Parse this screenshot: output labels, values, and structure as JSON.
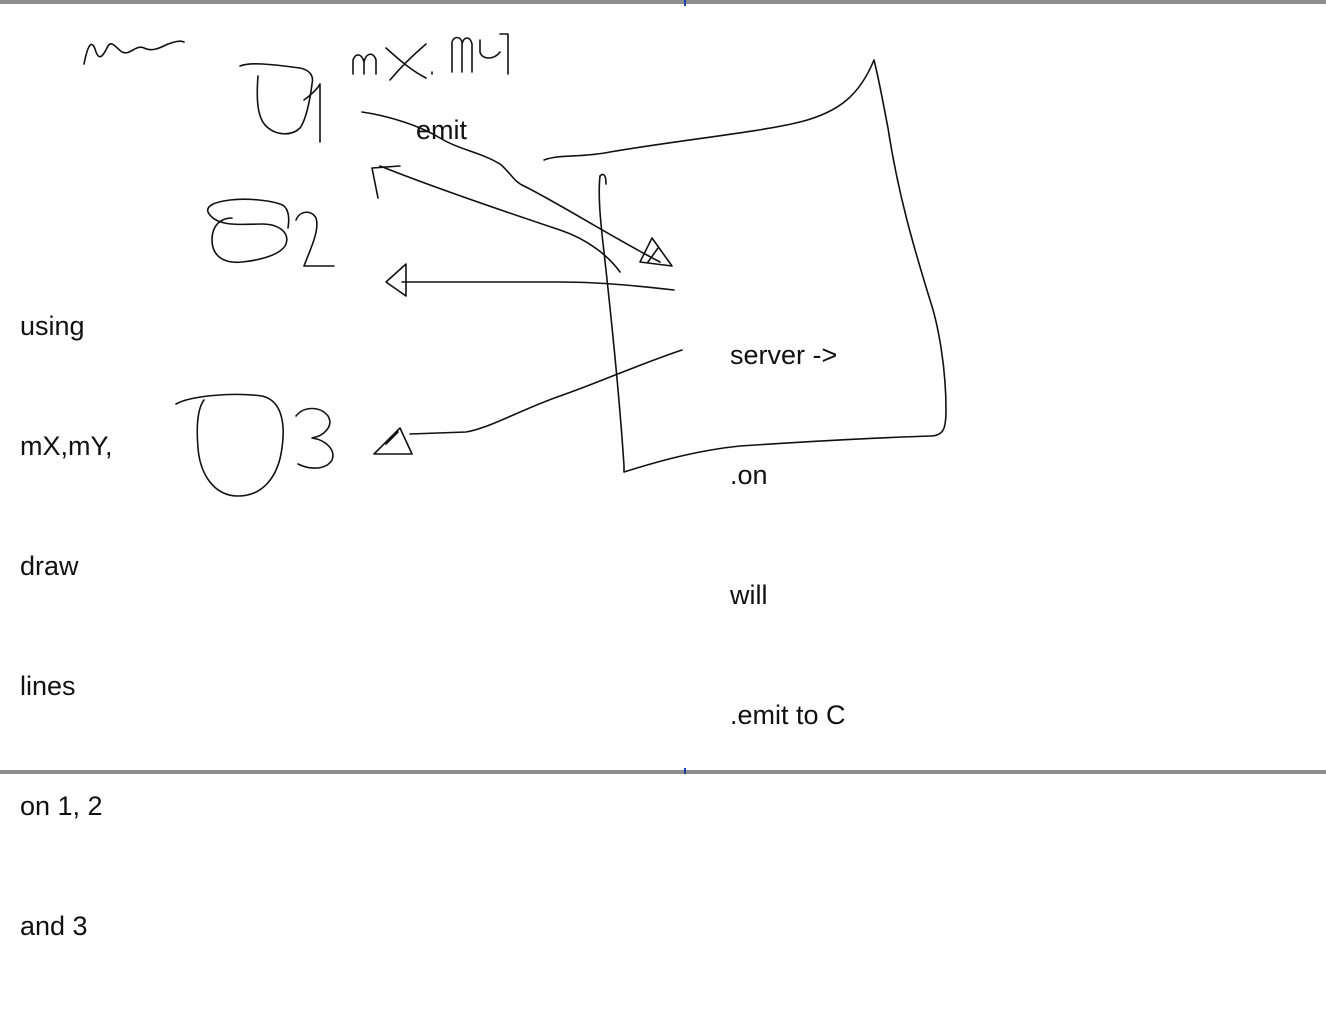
{
  "whiteboard": {
    "left_note": {
      "lines": [
        "using",
        "mX,mY,",
        "draw",
        "lines",
        "on 1, 2",
        "and 3"
      ]
    },
    "emit_label": "emit",
    "server_note": {
      "lines": [
        "server ->",
        ".on",
        "will",
        ".emit to C"
      ]
    },
    "handwritten": {
      "scribble": "~",
      "top_label": "mX.mY",
      "client_1": "1",
      "client_2": "2",
      "client_3": "3"
    },
    "stroke_color": "#111111",
    "frame_color": "#8c8c8c",
    "split_color": "#1f3fa0"
  }
}
